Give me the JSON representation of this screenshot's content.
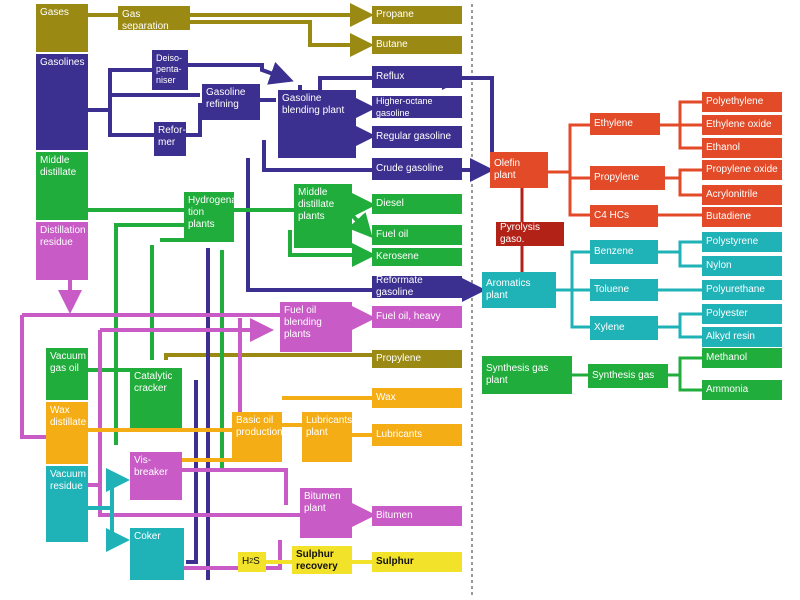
{
  "colors": {
    "olive": "#9a8a14",
    "navy": "#3b2f8f",
    "green": "#21ad3c",
    "magenta": "#c85bc6",
    "orange": "#f5ad15",
    "teal": "#1fb3b8",
    "red": "#e24a28",
    "maroon": "#b32217",
    "yellow": "#f2e22a",
    "divider": "#9a9a9a"
  },
  "sections": {
    "gases": "Gases",
    "gasolines": "Gasolines",
    "middle_distillate": "Middle\ndistillate",
    "distillation_residue": "Distillation\nresidue",
    "vacuum_gas_oil": "Vacuum\ngas oil",
    "wax_distillate": "Wax\ndistillate",
    "vacuum_residue": "Vacuum\nresidue"
  },
  "processes": {
    "gas_separation": "Gas separation",
    "deisopentaniser": "Deiso-\npenta-\nniser",
    "gasoline_refining": "Gasoline\nrefining",
    "reformer": "Refor-\nmer",
    "gasoline_blending": "Gasoline\nblending plant",
    "hydrogenation": "Hydrogena-\ntion plants",
    "middle_distillate_plants": "Middle\ndistillate\nplants",
    "fuel_oil_blending": "Fuel oil\nblending plants",
    "catalytic_cracker": "Catalytic\ncracker",
    "visbreaker": "Vis-\nbreaker",
    "coker": "Coker",
    "basic_oil": "Basic oil\nproduction",
    "lubricants_plant": "Lubricants\nplant",
    "bitumen_plant": "Bitumen\nplant",
    "h2s_base": "H",
    "h2s_sub": "2",
    "h2s_tail": "S",
    "sulphur_recovery": "Sulphur\nrecovery",
    "olefin_plant": "Olefin plant",
    "pyrolysis": "Pyrolysis gaso.",
    "aromatics_plant": "Aromatics plant",
    "synthesis_gas_plant": "Synthesis gas plant",
    "synthesis_gas": "Synthesis gas",
    "ethylene": "Ethylene",
    "propylene_chem": "Propylene",
    "c4_hcs": "C4 HCs",
    "benzene": "Benzene",
    "toluene": "Toluene",
    "xylene": "Xylene"
  },
  "products": {
    "propane": "Propane",
    "butane": "Butane",
    "reflux": "Reflux",
    "higher_octane": "Higher-octane gasoline",
    "regular_gasoline": "Regular gasoline",
    "crude_gasoline": "Crude gasoline",
    "diesel": "Diesel",
    "fuel_oil": "Fuel oil",
    "kerosene": "Kerosene",
    "reformate_gasoline": "Reformate gasoline",
    "fuel_oil_heavy": "Fuel oil, heavy",
    "propylene": "Propylene",
    "wax": "Wax",
    "lubricants": "Lubricants",
    "bitumen": "Bitumen",
    "sulphur": "Sulphur",
    "polyethylene": "Polyethylene",
    "ethylene_oxide": "Ethylene oxide",
    "ethanol": "Ethanol",
    "propylene_oxide": "Propylene oxide",
    "acrylonitrile": "Acrylonitrile",
    "butadiene": "Butadiene",
    "polystyrene": "Polystyrene",
    "nylon": "Nylon",
    "polyurethane": "Polyurethane",
    "polyester": "Polyester",
    "alkyd_resin": "Alkyd resin",
    "methanol": "Methanol",
    "ammonia": "Ammonia"
  }
}
